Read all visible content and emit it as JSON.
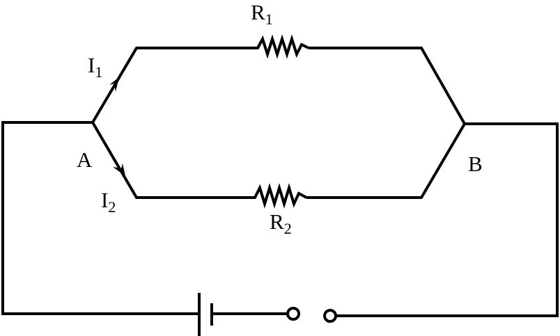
{
  "labels": {
    "r1": {
      "main": "R",
      "sub": "1"
    },
    "r2": {
      "main": "R",
      "sub": "2"
    },
    "i1": {
      "main": "I",
      "sub": "1"
    },
    "i2": {
      "main": "I",
      "sub": "2"
    },
    "a": "A",
    "b": "B"
  },
  "colors": {
    "wire": "#000000",
    "background": "#ffffff"
  }
}
